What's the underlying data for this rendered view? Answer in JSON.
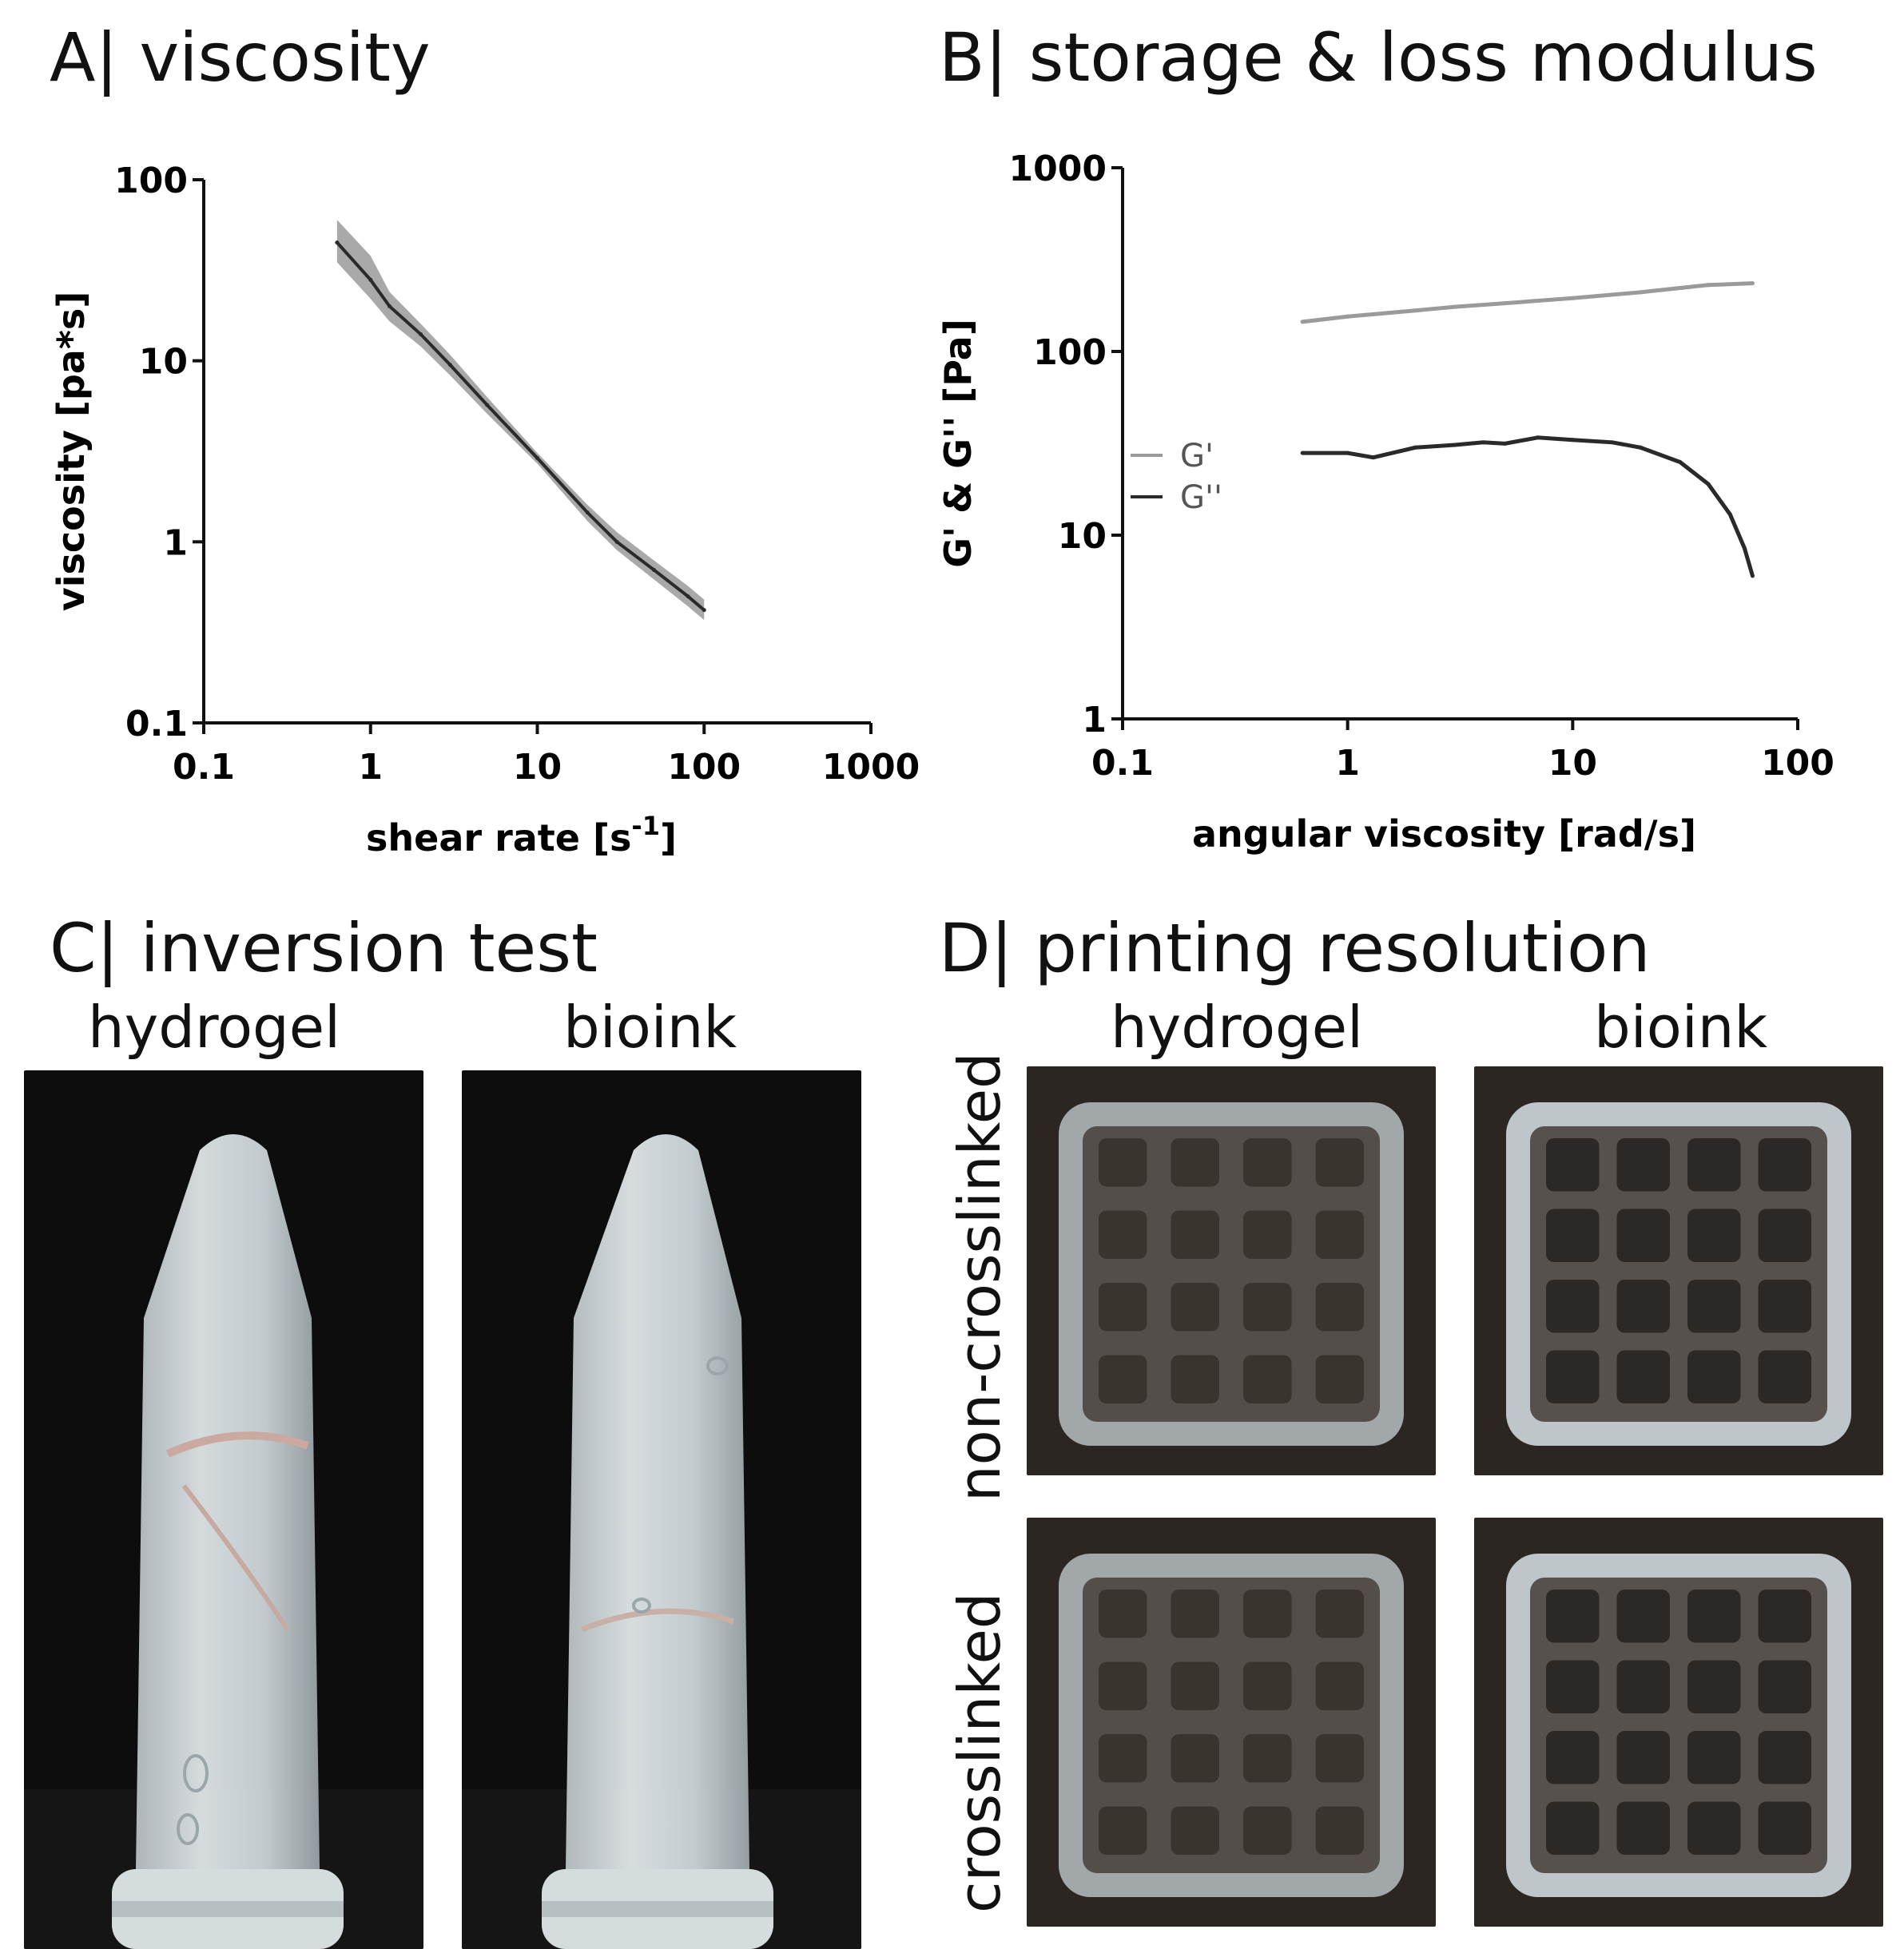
{
  "panels": {
    "a_title": "A| viscosity",
    "b_title": "B| storage & loss modulus",
    "c_title": "C| inversion test",
    "d_title": "D| printing resolution"
  },
  "inversion": {
    "col1": "hydrogel",
    "col2": "bioink"
  },
  "printing": {
    "col1": "hydrogel",
    "col2": "bioink",
    "row1": "non-crosslinked",
    "row2": "crosslinked"
  },
  "colors": {
    "line_dark": "#2a2a2a",
    "line_light": "#9a9a9a",
    "band": "#8c8c8c",
    "photo_bg": "#0d0d0d",
    "mat_bg": "#2b2622"
  },
  "icons": [
    "falcon-tube-hydrogel",
    "falcon-tube-bioink",
    "printed-grid-scaffold"
  ],
  "chart_data": [
    {
      "type": "line",
      "xlabel": "shear rate [s-1]",
      "ylabel": "viscosity [pa*s]",
      "xscale": "log",
      "yscale": "log",
      "xlim": [
        0.1,
        1000
      ],
      "ylim": [
        0.1,
        100
      ],
      "xticks": [
        "0.1",
        "1",
        "10",
        "100",
        "1000"
      ],
      "yticks": [
        "0.1",
        "1",
        "10",
        "100"
      ],
      "series": [
        {
          "x": [
            0.63,
            1,
            1.3,
            2,
            3,
            5,
            10,
            20,
            30,
            50,
            80,
            100
          ],
          "values": [
            45,
            28,
            20,
            14,
            9.5,
            5.7,
            2.9,
            1.45,
            1.0,
            0.7,
            0.5,
            0.42
          ],
          "band": [
            [
              60,
              35
            ],
            [
              38,
              22
            ],
            [
              24,
              16.5
            ],
            [
              16,
              12
            ],
            [
              10.8,
              8.3
            ],
            [
              6.3,
              5.1
            ],
            [
              3.1,
              2.7
            ],
            [
              1.6,
              1.3
            ],
            [
              1.13,
              0.9
            ],
            [
              0.79,
              0.62
            ],
            [
              0.57,
              0.44
            ],
            [
              0.48,
              0.37
            ]
          ]
        }
      ]
    },
    {
      "type": "line",
      "xlabel": "angular viscosity [rad/s]",
      "ylabel": "G' & G'' [Pa]",
      "xscale": "log",
      "yscale": "log",
      "xlim": [
        0.1,
        100
      ],
      "ylim": [
        1,
        1000
      ],
      "xticks": [
        "0.1",
        "1",
        "10",
        "100"
      ],
      "yticks": [
        "1",
        "10",
        "100",
        "1000"
      ],
      "legend_position": "left",
      "series": [
        {
          "name": "G'",
          "color": "#9a9a9a",
          "x": [
            0.63,
            1,
            2,
            3,
            5,
            10,
            20,
            40,
            63
          ],
          "values": [
            145,
            155,
            167,
            175,
            183,
            195,
            210,
            230,
            235
          ]
        },
        {
          "name": "G''",
          "color": "#2a2a2a",
          "x": [
            0.63,
            1,
            1.3,
            2,
            3,
            4,
            5,
            7,
            10,
            15,
            20,
            30,
            40,
            50,
            58,
            63
          ],
          "values": [
            28,
            28,
            26.5,
            30,
            31,
            32,
            31.5,
            34,
            33,
            32,
            30,
            25,
            19,
            13,
            8.5,
            6
          ]
        }
      ]
    }
  ]
}
